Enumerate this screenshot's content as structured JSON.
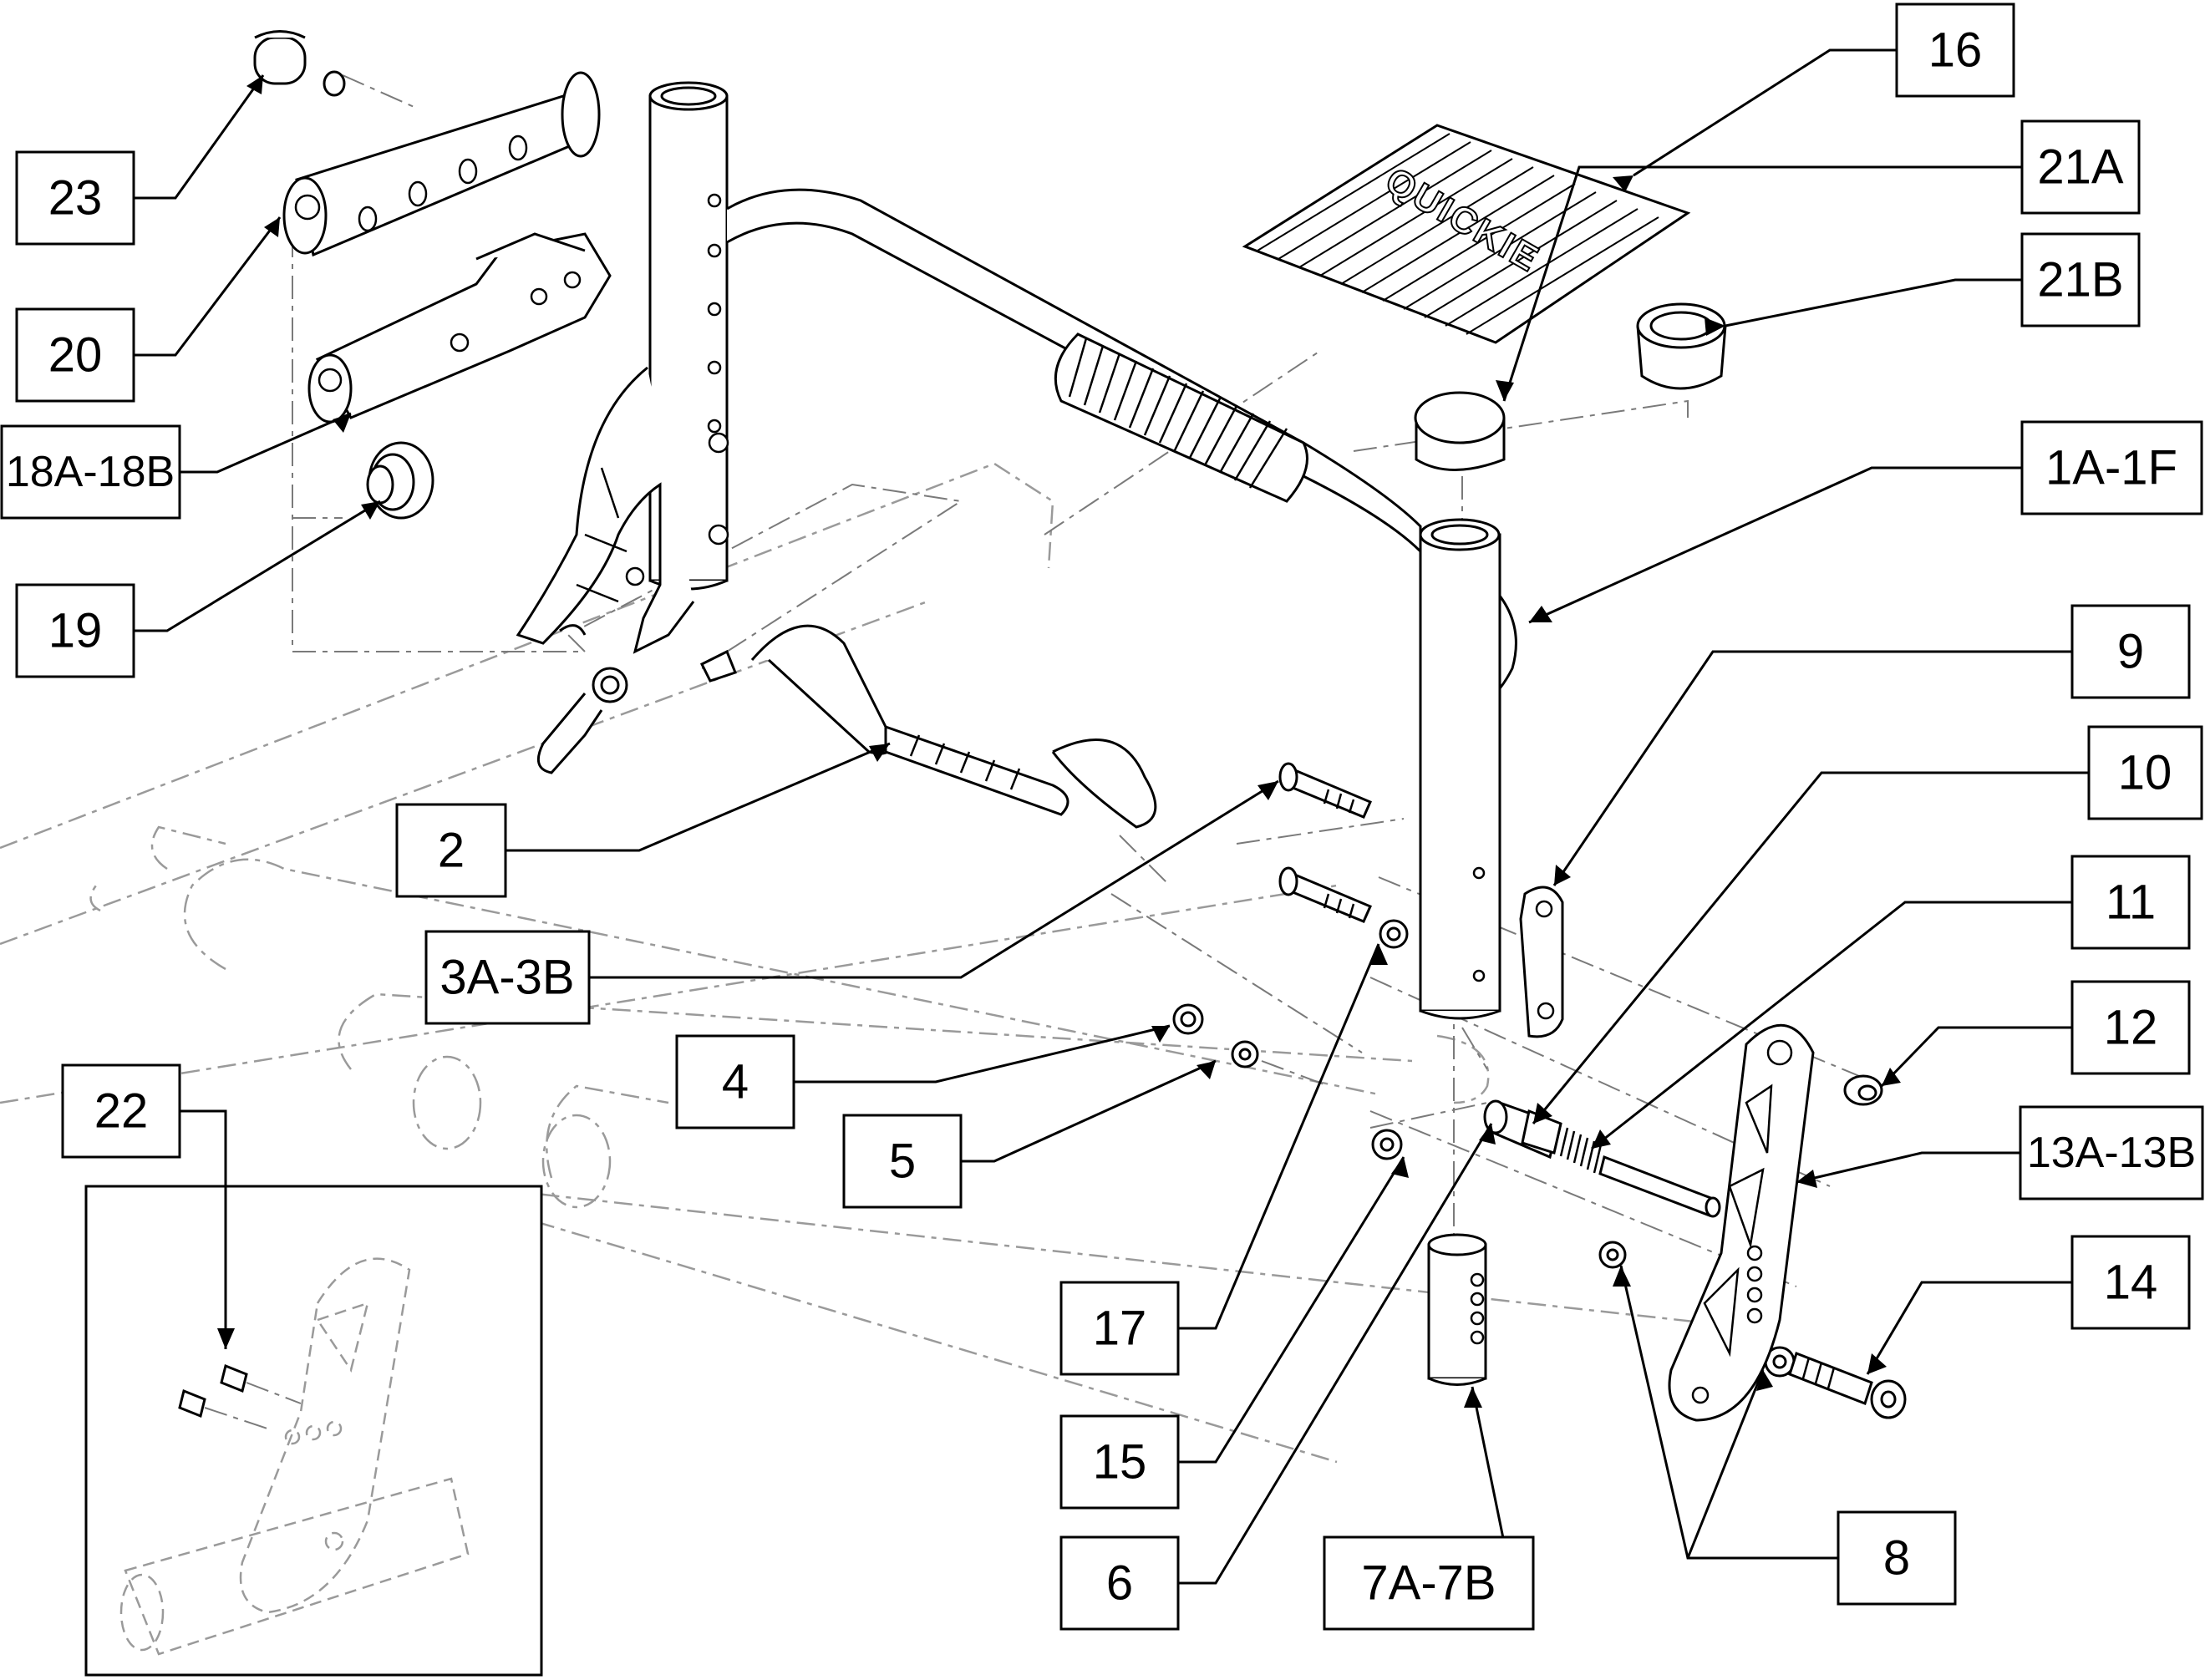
{
  "diagram": {
    "type": "exploded-parts-diagram",
    "brand_text": "QUICKIE",
    "callouts": [
      {
        "id": "c16",
        "label": "16"
      },
      {
        "id": "c21a",
        "label": "21A"
      },
      {
        "id": "c21b",
        "label": "21B"
      },
      {
        "id": "c1a",
        "label": "1A-1F"
      },
      {
        "id": "c9",
        "label": "9"
      },
      {
        "id": "c10",
        "label": "10"
      },
      {
        "id": "c11",
        "label": "11"
      },
      {
        "id": "c12",
        "label": "12"
      },
      {
        "id": "c13",
        "label": "13A-13B"
      },
      {
        "id": "c14",
        "label": "14"
      },
      {
        "id": "c8",
        "label": "8"
      },
      {
        "id": "c7",
        "label": "7A-7B"
      },
      {
        "id": "c6",
        "label": "6"
      },
      {
        "id": "c15",
        "label": "15"
      },
      {
        "id": "c17",
        "label": "17"
      },
      {
        "id": "c5",
        "label": "5"
      },
      {
        "id": "c4",
        "label": "4"
      },
      {
        "id": "c3",
        "label": "3A-3B"
      },
      {
        "id": "c2",
        "label": "2"
      },
      {
        "id": "c19",
        "label": "19"
      },
      {
        "id": "c18",
        "label": "18A-18B"
      },
      {
        "id": "c20",
        "label": "20"
      },
      {
        "id": "c23",
        "label": "23"
      },
      {
        "id": "c22",
        "label": "22"
      }
    ]
  }
}
